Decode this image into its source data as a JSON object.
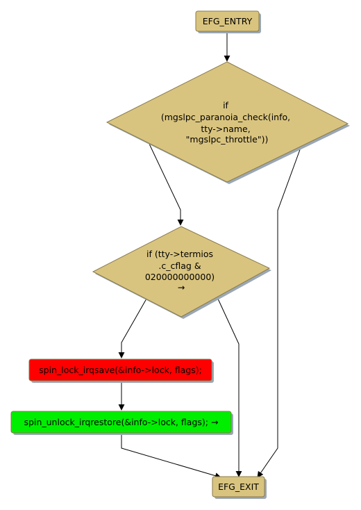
{
  "colors": {
    "node_fill": "#d9c47f",
    "node_stroke": "#8a7a4a",
    "shadow": "#9aa7b4",
    "lock_fill": "#ff0000",
    "unlock_fill": "#00ee00",
    "edge": "#000000"
  },
  "nodes": {
    "entry": {
      "label": "EFG_ENTRY"
    },
    "cond1": {
      "lines": [
        "if",
        "(mgslpc_paranoia_check(info,",
        "tty->name,",
        "\"mgslpc_throttle\"))"
      ]
    },
    "cond2": {
      "lines": [
        "if (tty->termios",
        ".c_cflag &",
        "020000000000)",
        "→"
      ]
    },
    "lock": {
      "label": "spin_lock_irqsave(&info->lock, flags);"
    },
    "unlock": {
      "label": "spin_unlock_irqrestore(&info->lock, flags); →"
    },
    "exit": {
      "label": "EFG_EXIT"
    }
  }
}
